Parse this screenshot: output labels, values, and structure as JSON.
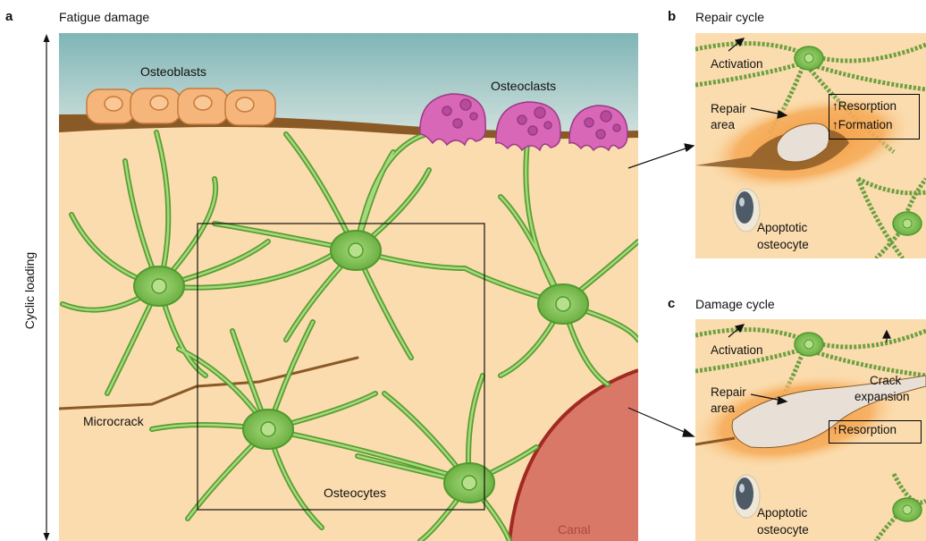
{
  "panels": {
    "a": {
      "letter": "a",
      "title": "Fatigue damage"
    },
    "b": {
      "letter": "b",
      "title": "Repair cycle"
    },
    "c": {
      "letter": "c",
      "title": "Damage cycle"
    }
  },
  "main_labels": {
    "cyclic_loading": "Cyclic loading",
    "osteoblasts": "Osteoblasts",
    "osteoclasts": "Osteoclasts",
    "microcrack": "Microcrack",
    "osteocytes": "Osteocytes",
    "canal": "Canal"
  },
  "repair_cycle": {
    "activation": "Activation",
    "repair_area_1": "Repair",
    "repair_area_2": "area",
    "resorption": "↑Resorption",
    "formation": "↑Formation",
    "apoptotic_1": "Apoptotic",
    "apoptotic_2": "osteocyte"
  },
  "damage_cycle": {
    "activation": "Activation",
    "repair_area_1": "Repair",
    "repair_area_2": "area",
    "crack_1": "Crack",
    "crack_2": "expansion",
    "resorption": "↑Resorption",
    "apoptotic_1": "Apoptotic",
    "apoptotic_2": "osteocyte"
  },
  "colors": {
    "bone": "#fbdcae",
    "sky": "#8fc0be",
    "cell_green": "#86c55a",
    "cell_outline": "#4f9a2e",
    "osteoclast": "#d867b8",
    "osteoblast": "#f6b67b",
    "canal": "#da7868",
    "canal_edge": "#a02a22",
    "repair_orange": "#f4a04a",
    "crack_brown": "#8a5a26"
  }
}
